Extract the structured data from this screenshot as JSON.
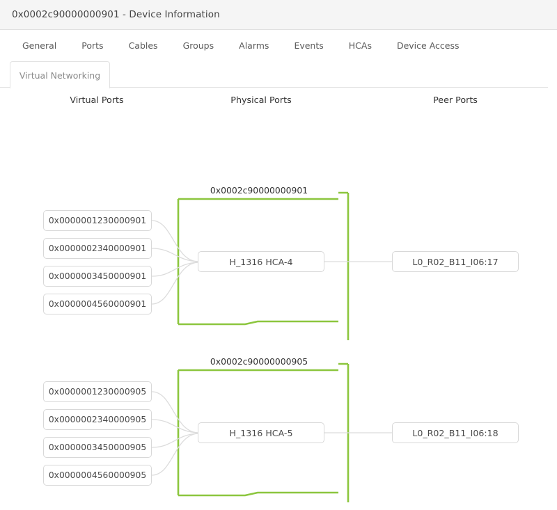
{
  "window": {
    "title": "0x0002c90000000901 - Device Information"
  },
  "tabs": [
    {
      "label": "General",
      "active": false
    },
    {
      "label": "Ports",
      "active": false
    },
    {
      "label": "Cables",
      "active": false
    },
    {
      "label": "Groups",
      "active": false
    },
    {
      "label": "Alarms",
      "active": false
    },
    {
      "label": "Events",
      "active": false
    },
    {
      "label": "HCAs",
      "active": false
    },
    {
      "label": "Device Access",
      "active": false
    }
  ],
  "subtab": {
    "label": "Virtual Networking",
    "active": true
  },
  "columns": {
    "virtual": "Virtual Ports",
    "physical": "Physical Ports",
    "peer": "Peer Ports"
  },
  "colors": {
    "group_border": "#8CC63E",
    "node_border": "#d8d8d8",
    "edge": "#dcdcdc",
    "header_bg": "#f5f5f5"
  },
  "groups": [
    {
      "title": "0x0002c90000000901",
      "virtual_ports": [
        "0x0000001230000901",
        "0x0000002340000901",
        "0x0000003450000901",
        "0x0000004560000901"
      ],
      "physical_port": "H_1316 HCA-4",
      "peer_port": "L0_R02_B11_I06:17"
    },
    {
      "title": "0x0002c90000000905",
      "virtual_ports": [
        "0x0000001230000905",
        "0x0000002340000905",
        "0x0000003450000905",
        "0x0000004560000905"
      ],
      "physical_port": "H_1316 HCA-5",
      "peer_port": "L0_R02_B11_I06:18"
    }
  ]
}
